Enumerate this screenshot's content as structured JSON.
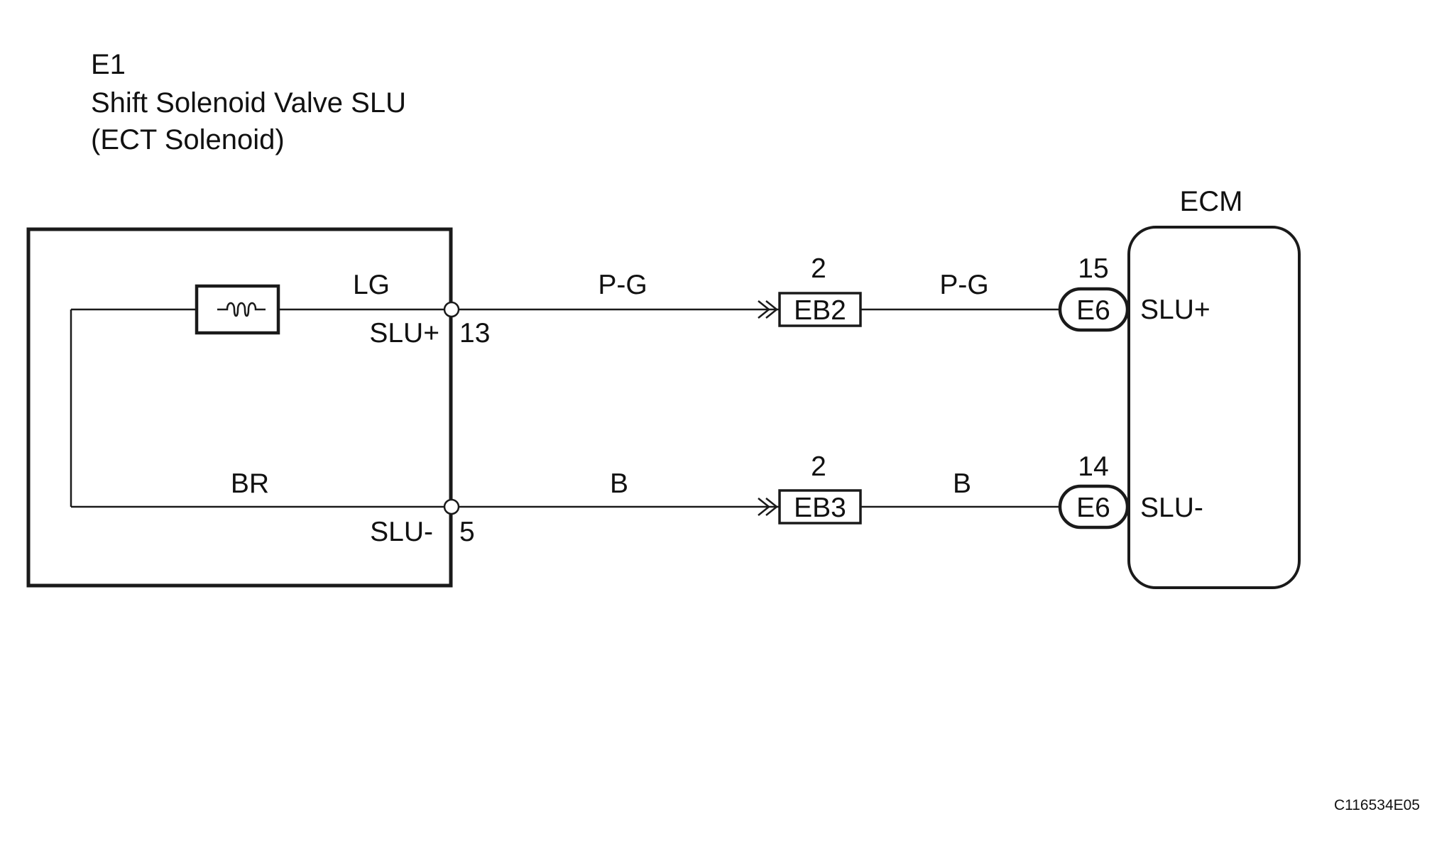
{
  "component": {
    "code": "E1",
    "name": "Shift Solenoid Valve SLU",
    "subname": "(ECT Solenoid)"
  },
  "ecm": {
    "label": "ECM",
    "pins": [
      {
        "number": "15",
        "connector": "E6",
        "name": "SLU+"
      },
      {
        "number": "14",
        "connector": "E6",
        "name": "SLU-"
      }
    ]
  },
  "solenoid_terminals": [
    {
      "name": "SLU+",
      "pin": "13"
    },
    {
      "name": "SLU-",
      "pin": "5"
    }
  ],
  "wires": {
    "internal_top": "LG",
    "internal_bottom": "BR",
    "top_left": "P-G",
    "top_right": "P-G",
    "bottom_left": "B",
    "bottom_right": "B"
  },
  "junction_connectors": [
    {
      "code": "EB2",
      "pin": "2"
    },
    {
      "code": "EB3",
      "pin": "2"
    }
  ],
  "figure_id": "C116534E05"
}
